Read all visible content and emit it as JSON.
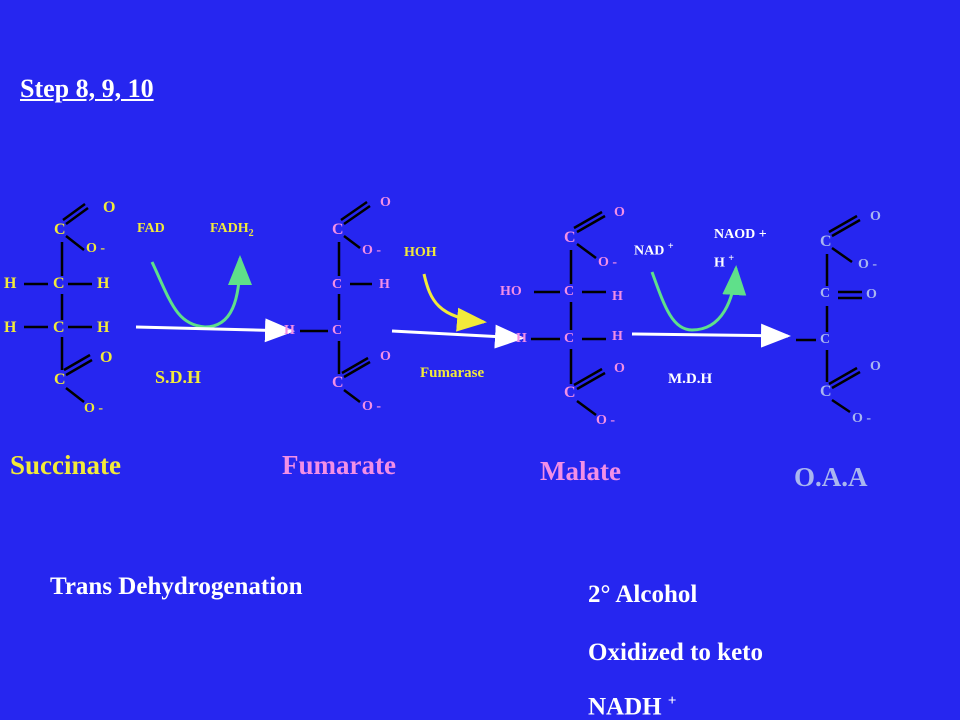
{
  "title": "Step 8, 9, 10",
  "colors": {
    "background": "#2626f0",
    "yellow": "#f2ea3a",
    "pink": "#f28fe6",
    "white": "#ffffff",
    "light_blue": "#a9b6f0"
  },
  "succinate": {
    "name": "Succinate",
    "atoms": {
      "c1": "C",
      "o1": "O",
      "o1m": "O -",
      "h1": "H",
      "c2": "C",
      "h2": "H",
      "h3": "H",
      "c3": "C",
      "h4": "H",
      "c4": "C",
      "o2": "O",
      "o2m": "O -"
    }
  },
  "fumarate": {
    "name": "Fumarate",
    "atoms": {
      "c1": "C",
      "o1": "O",
      "o1m": "O -",
      "c2": "C",
      "h1": "H",
      "h2": "H",
      "c3": "C",
      "c4": "C",
      "o2": "O",
      "o2m": "O -"
    }
  },
  "malate": {
    "name": "Malate",
    "atoms": {
      "c1": "C",
      "o1": "O",
      "o1m": "O -",
      "ho": "HO",
      "c2": "C",
      "h1": "H",
      "h2": "H",
      "c3": "C",
      "h3": "H",
      "c4": "C",
      "o2": "O",
      "o2m": "O -"
    }
  },
  "oaa": {
    "name": "O.A.A",
    "atoms": {
      "c1": "C",
      "o1": "O",
      "o1m": "O -",
      "c2": "C",
      "o2": "O",
      "c3": "C",
      "c4": "C",
      "o3": "O",
      "o3m": "O -"
    }
  },
  "step8": {
    "in": "FAD",
    "out": "FADH",
    "out_sub": "2",
    "enzyme": "S.D.H"
  },
  "step9": {
    "in": "HOH",
    "enzyme": "Fumarase"
  },
  "step10": {
    "in": "NAD",
    "in_sup": "+",
    "out": "NAOD +",
    "out2": "H",
    "out2_sup": "+",
    "enzyme": "M.D.H"
  },
  "notes": {
    "trans": "Trans Dehydrogenation",
    "alcohol": "2° Alcohol",
    "oxidized": "Oxidized to keto",
    "nadh": "NADH",
    "nadh_sup": "+"
  }
}
